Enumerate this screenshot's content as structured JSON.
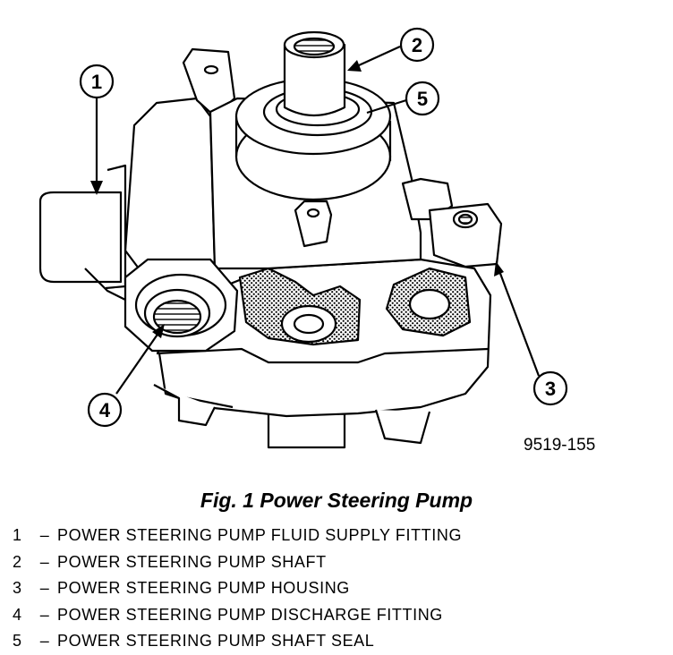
{
  "figure": {
    "reference_code": "9519-155",
    "caption": "Fig. 1 Power Steering Pump",
    "callouts": [
      "1",
      "2",
      "3",
      "4",
      "5"
    ]
  },
  "legend": [
    {
      "number": "1",
      "separator": "–",
      "text": "POWER STEERING PUMP FLUID SUPPLY FITTING"
    },
    {
      "number": "2",
      "separator": "–",
      "text": "POWER STEERING PUMP SHAFT"
    },
    {
      "number": "3",
      "separator": "–",
      "text": "POWER STEERING PUMP HOUSING"
    },
    {
      "number": "4",
      "separator": "–",
      "text": "POWER STEERING PUMP DISCHARGE FITTING"
    },
    {
      "number": "5",
      "separator": "–",
      "text": "POWER STEERING PUMP SHAFT SEAL"
    }
  ]
}
